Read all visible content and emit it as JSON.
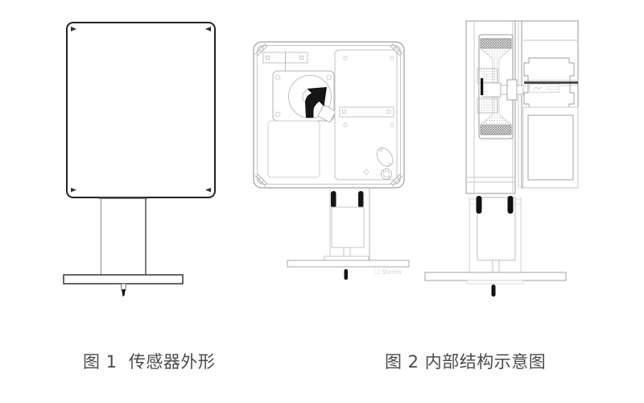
{
  "page": {
    "background": "#ffffff"
  },
  "captions": [
    {
      "text": "图 1  传感器外形"
    },
    {
      "text": "图 2 内部结构示意图"
    }
  ],
  "watermark": "Stereo",
  "colors": {
    "exterior_line": "#222222",
    "internal_line_mid": "#999999",
    "internal_line_light": "#c0c0c0",
    "solid_black_fill": "#141414",
    "shaft_bar": "#4a4a4a",
    "caption_text": "#4a4a4a",
    "watermark_text": "#c9c9c9"
  }
}
